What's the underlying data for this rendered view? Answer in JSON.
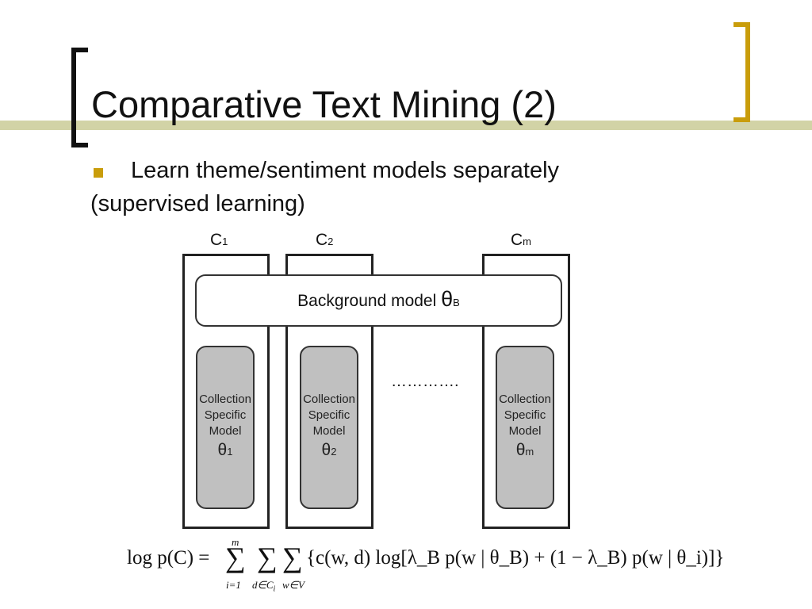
{
  "slide": {
    "title": "Comparative Text Mining (2)",
    "bullet": {
      "line1": "Learn theme/sentiment models separately",
      "line2": "(supervised learning)"
    }
  },
  "diagram": {
    "collections": [
      {
        "name": "C",
        "sub": "1",
        "model_lines": [
          "Collection",
          "Specific",
          "Model"
        ],
        "theta": "θ",
        "theta_sub": "1"
      },
      {
        "name": "C",
        "sub": "2",
        "model_lines": [
          "Collection",
          "Specific",
          "Model"
        ],
        "theta": "θ",
        "theta_sub": "2"
      },
      {
        "name": "C",
        "sub": "m",
        "model_lines": [
          "Collection",
          "Specific",
          "Model"
        ],
        "theta": "θ",
        "theta_sub": "m"
      }
    ],
    "background": {
      "label": "Background model ",
      "theta": "θ",
      "theta_sub": "B"
    },
    "ellipsis": "…………."
  },
  "formula": {
    "lhs": "log p(C) =",
    "sum_top": "m",
    "sum_symbol": "∑",
    "sum_bottoms": [
      "i=1",
      "d∈C",
      "w∈V"
    ],
    "sum_bottom_i": "i",
    "body": "{c(w, d) log[λ_B p(w | θ_B) + (1 − λ_B) p(w | θ_i)]}"
  },
  "colors": {
    "accent_gold": "#c99d0b",
    "accent_line": "#d2d3a6",
    "model_fill": "#c0c0c0"
  }
}
